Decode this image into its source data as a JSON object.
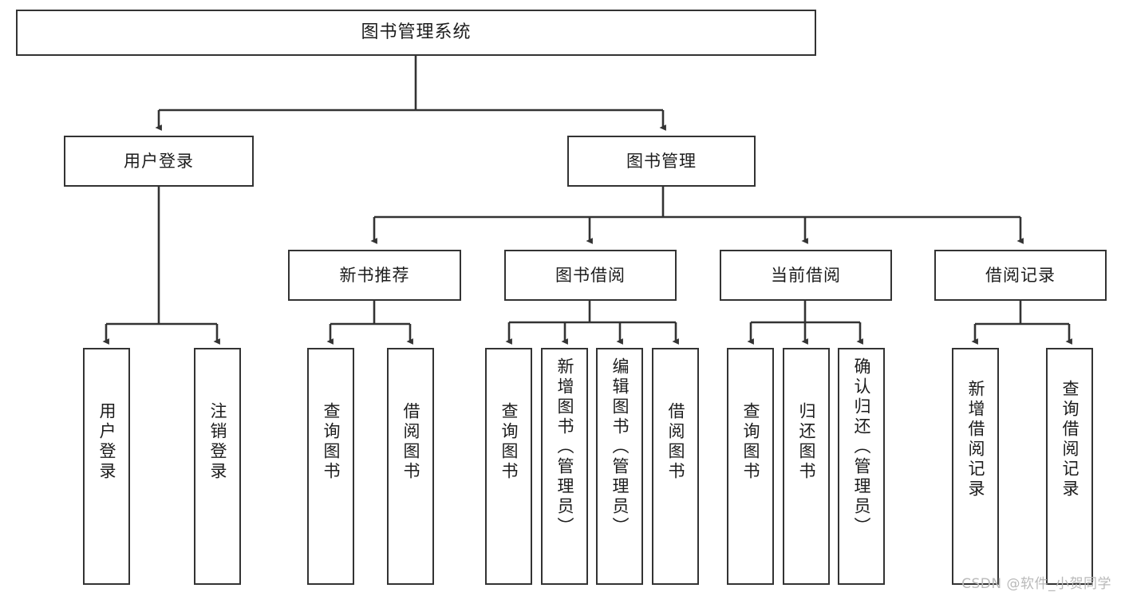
{
  "diagram": {
    "title": "图书管理系统",
    "type": "tree-hierarchy-chart",
    "colors": {
      "box_border": "#333333",
      "box_fill": "#ffffff",
      "connector": "#333333",
      "text": "#1c1c1c",
      "watermark": "#b9b9b9"
    },
    "nodes": {
      "root": {
        "label": "图书管理系统"
      },
      "level2": [
        {
          "label": "用户登录"
        },
        {
          "label": "图书管理"
        }
      ],
      "level3": [
        {
          "label": "新书推荐"
        },
        {
          "label": "图书借阅"
        },
        {
          "label": "当前借阅"
        },
        {
          "label": "借阅记录"
        }
      ],
      "leaves_user_login": [
        {
          "label": "用户登录"
        },
        {
          "label": "注销登录"
        }
      ],
      "leaves_new_book": [
        {
          "label": "查询图书"
        },
        {
          "label": "借阅图书"
        }
      ],
      "leaves_borrow": [
        {
          "label": "查询图书"
        },
        {
          "label": "新增图书（管理员）"
        },
        {
          "label": "编辑图书（管理员）"
        },
        {
          "label": "借阅图书"
        }
      ],
      "leaves_current": [
        {
          "label": "查询图书"
        },
        {
          "label": "归还图书"
        },
        {
          "label": "确认归还（管理员）"
        }
      ],
      "leaves_record": [
        {
          "label": "新增借阅记录"
        },
        {
          "label": "查询借阅记录"
        }
      ]
    }
  },
  "watermark": {
    "text": "CSDN @软件_小贺同学"
  }
}
